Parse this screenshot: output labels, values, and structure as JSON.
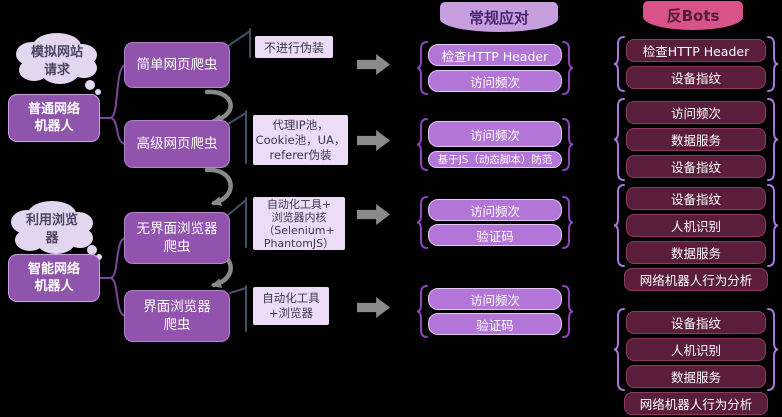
{
  "clouds": {
    "top": "模拟网站\n请求",
    "bottom": "利用浏览\n器"
  },
  "actors": {
    "top": "普通网络\n机器人",
    "bottom": "智能网络\n机器人"
  },
  "crawlers": [
    "简单网页爬虫",
    "高级网页爬虫",
    "无界面浏览器\n爬虫",
    "界面浏览器\n爬虫"
  ],
  "annotations": [
    "不进行伪装",
    "代理IP池，\nCookie池，UA，\nreferer伪装",
    "自动化工具+\n浏览器内核\n（Selenium+\nPhantomJS）",
    "自动化工具\n+浏览器"
  ],
  "regular": {
    "header": "常规应对",
    "groups": [
      [
        "检查HTTP Header",
        "访问频次"
      ],
      [
        "访问频次",
        "基于JS（动态脚本）防范"
      ],
      [
        "访问频次",
        "验证码"
      ],
      [
        "访问频次",
        "验证码"
      ]
    ]
  },
  "antibots": {
    "header": "反Bots",
    "groups": [
      [
        "检查HTTP Header",
        "设备指纹"
      ],
      [
        "访问频次",
        "数据服务",
        "设备指纹"
      ],
      [
        "设备指纹",
        "人机识别",
        "数据服务",
        "网络机器人行为分析"
      ],
      [
        "设备指纹",
        "人机识别",
        "数据服务",
        "网络机器人行为分析"
      ]
    ]
  },
  "palette": {
    "background": "#000000",
    "actor_box": "#8f54ab",
    "crawler_box": "#9153ae",
    "note_box": "#ecdcf5",
    "cloud": "#e3d7f0",
    "banner_regular": "#c79ede",
    "banner_anti": "#d8538a",
    "light_box": "#b475d8",
    "dark_box": "#5a1d3c",
    "arrow_gray": "#8a8a8a",
    "leader_line": "#3f5166",
    "brace_light_col": "#8b46bb",
    "brace_dark_col": "#a878d8"
  }
}
